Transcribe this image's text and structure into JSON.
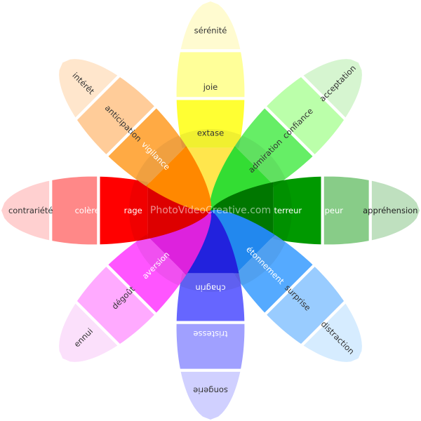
{
  "watermark": "PhotoVideoCreative.com",
  "petals": [
    {
      "name": "joy",
      "colors": [
        "#fffbd0",
        "#ffff99",
        "#ffff33",
        "#ffe64d"
      ],
      "labels": [
        "",
        "sérénité",
        "joie",
        "extase"
      ],
      "text_colors": [
        "#000000",
        "#333333",
        "#333333",
        "#333333"
      ]
    },
    {
      "name": "trust",
      "colors": [
        "#d6f5d0",
        "#bbffaa",
        "#66ee66",
        "#33dd33"
      ],
      "labels": [
        "",
        "acceptation",
        "confiance",
        "admiration"
      ],
      "text_colors": [
        "#000000",
        "#333333",
        "#333333",
        "#333333"
      ]
    },
    {
      "name": "fear",
      "colors": [
        "#bfe0bf",
        "#88cc88",
        "#009900",
        "#007700"
      ],
      "labels": [
        "",
        "appréhension",
        "peur",
        "terreur"
      ],
      "text_colors": [
        "#000000",
        "#222222",
        "#ffffff",
        "#ffffff"
      ]
    },
    {
      "name": "surprise",
      "colors": [
        "#d6ecff",
        "#99ccff",
        "#55aaff",
        "#2288ee"
      ],
      "labels": [
        "",
        "distraction",
        "surprise",
        "étonnement"
      ],
      "text_colors": [
        "#000000",
        "#333333",
        "#333333",
        "#ffffff"
      ]
    },
    {
      "name": "sadness",
      "colors": [
        "#d0d0ff",
        "#a0a0ff",
        "#6666ff",
        "#2222dd"
      ],
      "labels": [
        "",
        "songerie",
        "tristesse",
        "chagrin"
      ],
      "text_colors": [
        "#000000",
        "#333333",
        "#ffffff",
        "#ffffff"
      ]
    },
    {
      "name": "disgust",
      "colors": [
        "#fbe0fb",
        "#ffaaff",
        "#ff55ff",
        "#dd22dd"
      ],
      "labels": [
        "",
        "ennui",
        "dégoût",
        "aversion"
      ],
      "text_colors": [
        "#000000",
        "#333333",
        "#333333",
        "#ffffff"
      ]
    },
    {
      "name": "anger",
      "colors": [
        "#ffd0d0",
        "#ff8888",
        "#ff0000",
        "#dd0000"
      ],
      "labels": [
        "",
        "contrariété",
        "colère",
        "rage"
      ],
      "text_colors": [
        "#000000",
        "#333333",
        "#ffffff",
        "#ffffff"
      ]
    },
    {
      "name": "anticipation",
      "colors": [
        "#ffe6cc",
        "#ffcc99",
        "#ffaa44",
        "#ff8800"
      ],
      "labels": [
        "",
        "intérêt",
        "anticipation",
        "vigilance"
      ],
      "text_colors": [
        "#000000",
        "#333333",
        "#333333",
        "#ffffff"
      ]
    }
  ]
}
